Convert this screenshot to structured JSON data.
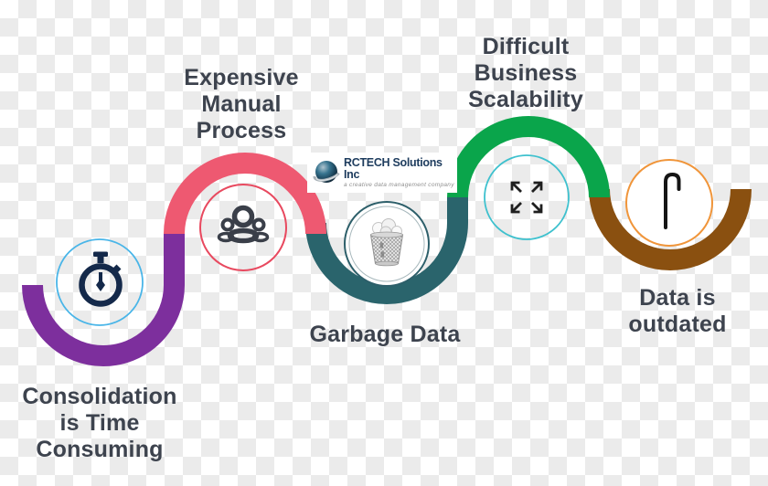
{
  "title": "Data management challenges infographic",
  "logo": {
    "name": "RCTECH Solutions Inc",
    "tagline": "a creative data management company"
  },
  "steps": [
    {
      "label": "Consolidation is Time Consuming",
      "lines": [
        "Consolidation",
        "is Time",
        "Consuming"
      ],
      "icon": "stopwatch-icon",
      "arc_color": "#7d2f9d",
      "ring_color": "#49b5e8",
      "icon_color": "#14294a"
    },
    {
      "label": "Expensive Manual Process",
      "lines": [
        "Expensive",
        "Manual",
        "Process"
      ],
      "icon": "people-icon",
      "arc_color": "#ee5971",
      "ring_color": "#e8495f",
      "icon_color": "#3a3f49"
    },
    {
      "label": "Garbage Data",
      "lines": [
        "Garbage Data"
      ],
      "icon": "trash-can-icon",
      "arc_color": "#2a646c",
      "ring_color": "#2d5f6a",
      "icon_color": "#9a9a9a"
    },
    {
      "label": "Difficult Business Scalability",
      "lines": [
        "Difficult",
        "Business",
        "Scalability"
      ],
      "icon": "expand-arrows-icon",
      "arc_color": "#0aa54b",
      "ring_color": "#3ec1ce",
      "icon_color": "#1f1f1f"
    },
    {
      "label": "Data is outdated",
      "lines": [
        "Data is",
        "outdated"
      ],
      "icon": "cane-icon",
      "arc_color": "#8a5010",
      "ring_color": "#f0953a",
      "icon_color": "#151515"
    }
  ],
  "text_color": "#3d434e",
  "background": "transparent-checkerboard"
}
